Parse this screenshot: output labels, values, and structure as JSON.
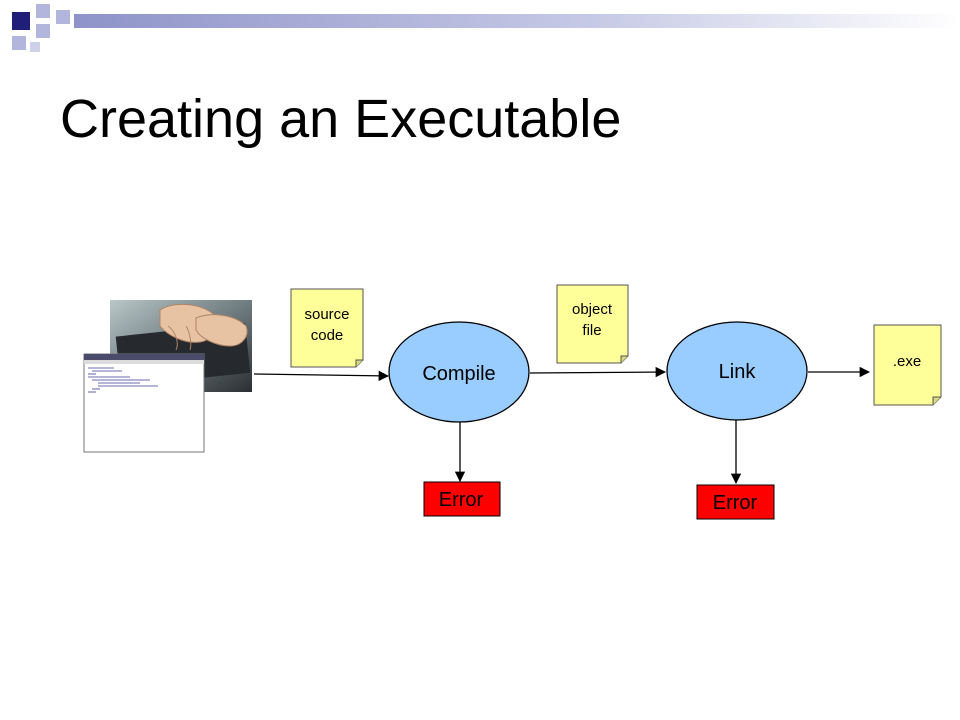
{
  "slide": {
    "title": "Creating an Executable"
  },
  "diagram": {
    "notes": {
      "source_code_line1": "source",
      "source_code_line2": "code",
      "object_file_line1": "object",
      "object_file_line2": "file",
      "exe": ".exe"
    },
    "nodes": {
      "compile": "Compile",
      "link": "Link"
    },
    "errors": {
      "compile_error": "Error",
      "link_error": "Error"
    }
  },
  "colors": {
    "note_fill": "#ffff99",
    "node_fill": "#99ccff",
    "error_fill": "#ff0000",
    "header_dark": "#1f1f7a",
    "header_light": "#a3a7d4"
  }
}
